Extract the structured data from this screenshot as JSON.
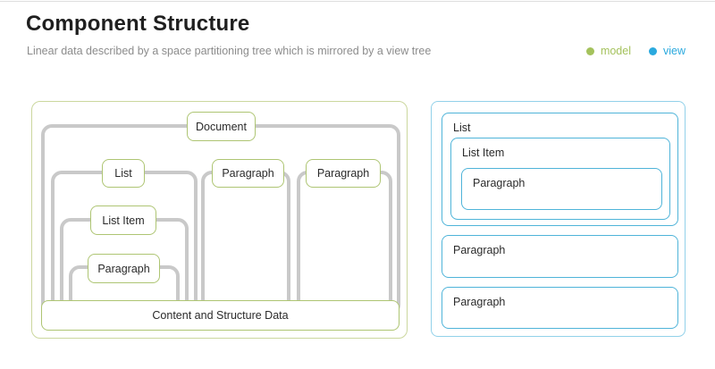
{
  "header": {
    "title": "Component Structure",
    "subtitle": "Linear data described by a space partitioning tree which is mirrored by a view tree"
  },
  "legend": {
    "model_label": "model",
    "view_label": "view",
    "model_color": "#a4c25c",
    "view_color": "#2aa9de"
  },
  "model_tree": {
    "document": "Document",
    "list": "List",
    "paragraph_1": "Paragraph",
    "paragraph_2": "Paragraph",
    "list_item": "List Item",
    "list_item_paragraph": "Paragraph",
    "content": "Content and Structure Data"
  },
  "view_tree": {
    "list": "List",
    "list_item": "List Item",
    "paragraph_in_list": "Paragraph",
    "paragraph_2": "Paragraph",
    "paragraph_3": "Paragraph"
  },
  "colors": {
    "model_box_border": "#aec573",
    "model_panel_border": "#cbd79e",
    "view_box_border": "#4fb4d9",
    "view_panel_border": "#92d1e9",
    "branch_line": "#c9c9c9",
    "title_text": "#1f1f1f",
    "subtitle_text": "#8c8c8c"
  }
}
